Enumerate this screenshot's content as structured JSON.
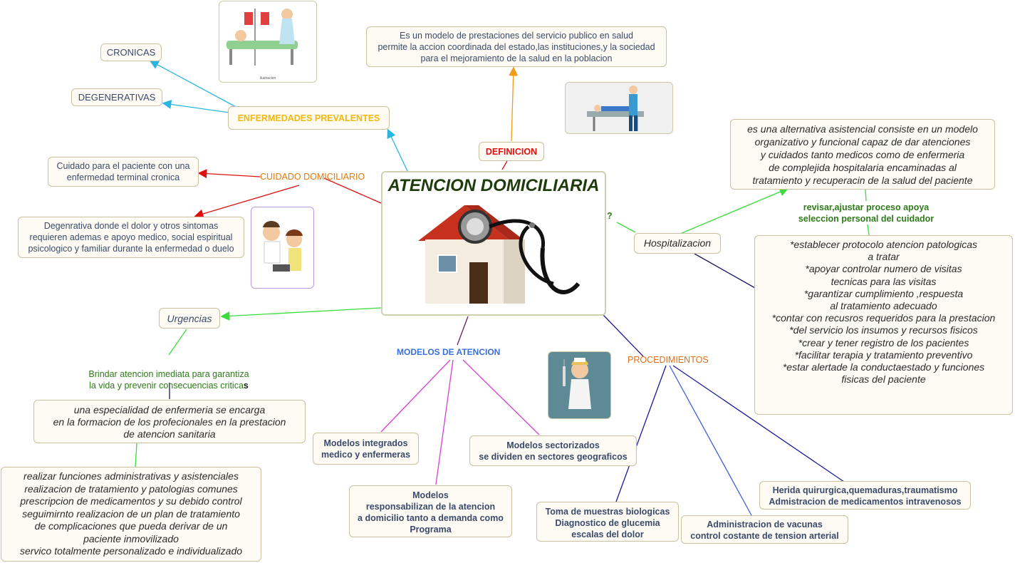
{
  "central": {
    "title": "ATENCION DOMICILIARIA"
  },
  "branches": {
    "definicion": "DEFINICION",
    "enfermedades": "ENFERMEDADES PREVALENTES",
    "cuidado": "CUIDADO DOMICILIARIO",
    "urgencias": "Urgencias",
    "modelos": "MODELOS DE ATENCION",
    "procedimientos": "PROCEDIMIENTOS",
    "hospitalizacion": "Hospitalizacion",
    "question": "?"
  },
  "nodes": {
    "definicion_text": "Es un modelo de prestaciones del servicio publico en salud\npermite la accion coordinada del estado,las instituciones,y la sociedad\npara el mejoramiento de la salud en la poblacion",
    "cronicas": "CRONICAS",
    "degenerativas": "DEGENERATIVAS",
    "cuidado_terminal": "Cuidado para el paciente con una\nenfermedad terminal cronica",
    "cuidado_degenerativa": "Degenrativa donde el dolor y otros sintomas\nrequieren ademas e apoyo medico, social espiritual\npsicologico y familiar durante la enfermedad o duelo",
    "urgencias_desc_main": "Brindar atencion imediata para garantiza\nla vida y prevenir consecuencias critica",
    "urgencias_desc_end": "s",
    "especialidad": "una especialidad de enfermeria se encarga\nen la formacion de los profecionales en la prestacion\nde atencion sanitaria",
    "funciones": "realizar funciones administrativas y asistenciales\nrealizacion de tratamiento y patologias comunes\nprescripcion de medicamentos y su debido control\nseguimirnto realizacion de un plan de tratamiento\nde complicaciones que pueda derivar de un\npaciente inmovilizado\nservico totalmente personalizado e individualizado",
    "modelos_integrados": "Modelos integrados\nmedico y enfermeras",
    "modelos_responsabilizan": "Modelos\nresponsabilizan de la atencion\na domicilio tanto a demanda como\nPrograma",
    "modelos_sectorizados": "Modelos sectorizados\nse dividen en sectores geograficos",
    "toma_muestras": "Toma de muestras biologicas\nDiagnostico de glucemia\nescalas del dolor",
    "vacunas": "Administracion de vacunas\ncontrol costante de tension arterial",
    "herida": "Herida quirurgica,quemaduras,traumatismo\nAdmistracion de medicamentos intravenosos",
    "hosp_alternativa": "es una alternativa asistencial consiste en un modelo\norganizativo y funcional capaz de dar atenciones\ny cuidados tanto medicos como de enfermeria\nde complejida hospitalaria encaminadas al\ntratamiento y recuperacin de la salud del paciente",
    "hosp_revisar": "revisar,ajustar proceso apoya\nseleccion personal del cuidador",
    "hosp_protocolo": "*establecer protocolo atencion patologicas\na tratar\n*apoyar controlar numero de visitas\ntecnicas para las visitas\n*garantizar cumplimiento ,respuesta\nal tratamiento adecuado\n*contar con recusros requeridos para la prestacion\n*del servicio los insumos y recursos fisicos\n*crear y tener registro de los pacientes\n*facilitar terapia y tratamiento preventivo\n*estar alertade la conductaestado y funciones\nfisicas del paciente"
  },
  "images": {
    "hospital_bed": "hospital-bed-nurse-illustration",
    "caption_small": "ilustracion",
    "doctor_patient": "doctor-examining-patient-illustration",
    "nurses": "nurses-cartoon-illustration",
    "nurse_syringe": "nurse-with-syringe-illustration",
    "house_stethoscope": "house-with-stethoscope-illustration"
  },
  "colors": {
    "title_green": "#1f3d0c",
    "definicion_red": "#e01010",
    "enfermedades_yellow": "#f2b90f",
    "cuidado_orange": "#e07b10",
    "modelos_blue": "#3a6fd8",
    "procedimientos_orange": "#e0701a",
    "green_text": "#2f7a1a",
    "navy_text": "#3a4a6b"
  }
}
